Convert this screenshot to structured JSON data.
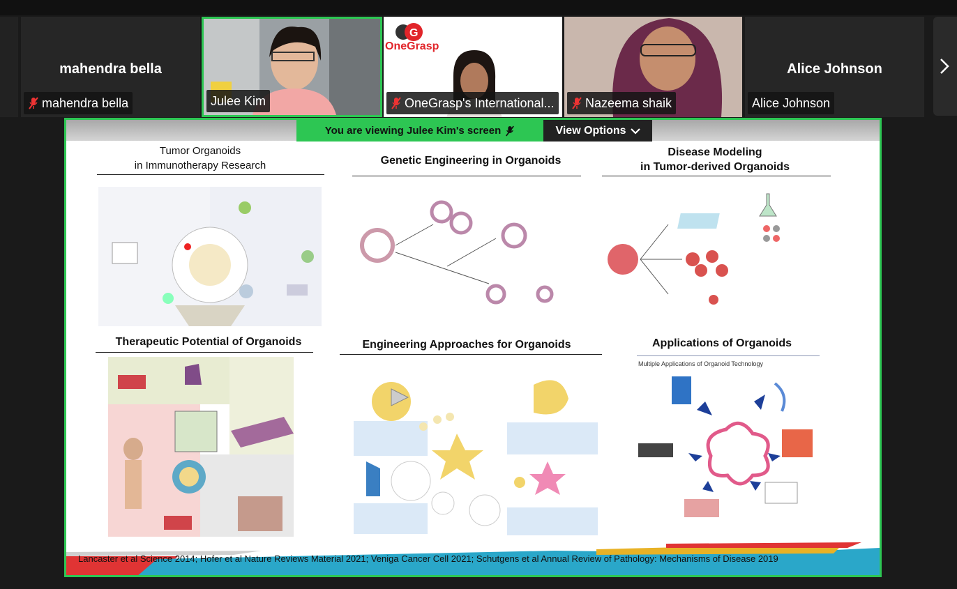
{
  "participants": [
    {
      "name": "mahendra bella",
      "display": "mahendra bella",
      "muted": true,
      "video": false
    },
    {
      "name": "Julee Kim",
      "muted": false,
      "video": true,
      "active": true
    },
    {
      "name": "OneGrasp's International...",
      "muted": true,
      "video": true,
      "logo": "OneGrasp"
    },
    {
      "name": "Nazeema shaik",
      "muted": true,
      "video": true
    },
    {
      "name": "Alice Johnson",
      "display": "Alice Johnson",
      "muted": false,
      "video": false
    }
  ],
  "share_bar": {
    "viewing_text": "You are viewing  Julee Kim's screen",
    "view_options_label": "View Options"
  },
  "slide": {
    "panels": [
      {
        "title_line1": "Tumor Organoids",
        "title_line2": "in Immunotherapy Research"
      },
      {
        "title_line1": "Genetic Engineering in Organoids"
      },
      {
        "title_line1": "Disease Modeling",
        "title_line2": "in Tumor-derived Organoids"
      },
      {
        "title_line1": "Therapeutic Potential of Organoids"
      },
      {
        "title_line1": "Engineering Approaches for Organoids"
      },
      {
        "title_line1": "Applications of Organoids",
        "subtitle": "Multiple Applications of Organoid Technology"
      }
    ],
    "citation": "Lancaster et al Science 2014; Hofer et al Nature Reviews Material 2021; Veniga  Cancer Cell 2021; Schutgens et al Annual Review of Pathology: Mechanisms of Disease 2019"
  },
  "colors": {
    "active_green": "#2dc653",
    "tile_bg": "#262626",
    "app_bg": "#1a1a1a"
  }
}
